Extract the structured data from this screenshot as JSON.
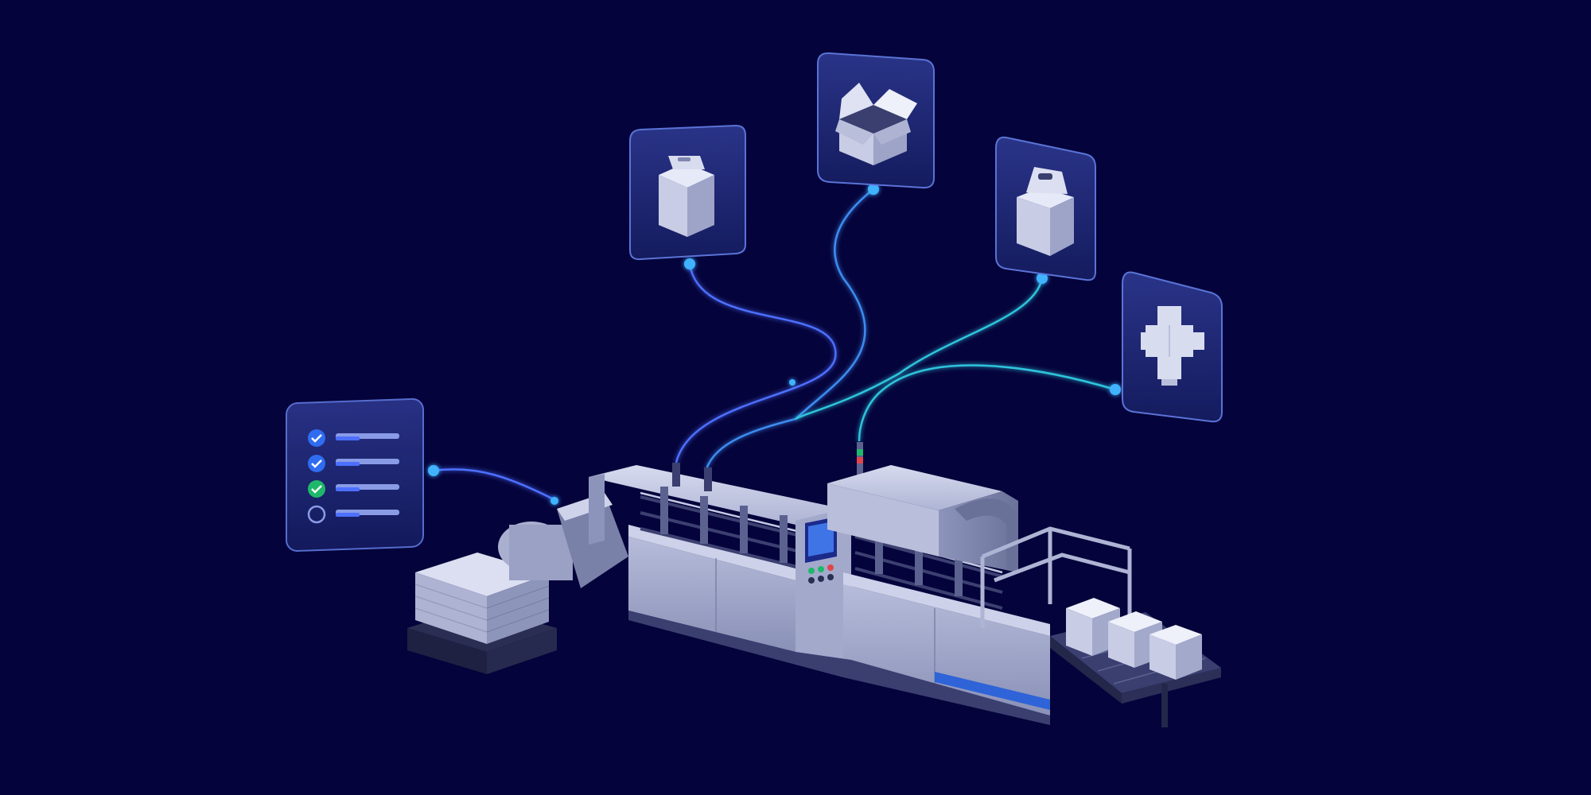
{
  "colors": {
    "background": "#05033b",
    "card_fill": "#1c2470",
    "card_border": "#5a73d6",
    "connector_blue": "#4d6fff",
    "connector_cyan": "#2ec4dc",
    "node": "#3fb2ff",
    "machine_light": "#c8cde6",
    "machine_mid": "#9aa1c4",
    "machine_dark": "#5b6290",
    "check_blue": "#2f6cf0",
    "check_green": "#1fb86a",
    "accent_stripe": "#2f63d8"
  },
  "icons": {
    "checklist_card": "checklist-icon",
    "tall_box_card": "gable-top-box-icon",
    "open_box_card": "open-carton-box-icon",
    "handle_box_card": "handle-carrier-box-icon",
    "die_cut_card": "die-cut-box-template-icon"
  },
  "checklist": {
    "items": [
      {
        "state": "checked",
        "color": "blue"
      },
      {
        "state": "checked",
        "color": "blue"
      },
      {
        "state": "checked",
        "color": "green"
      },
      {
        "state": "unchecked",
        "color": "outline"
      }
    ]
  }
}
